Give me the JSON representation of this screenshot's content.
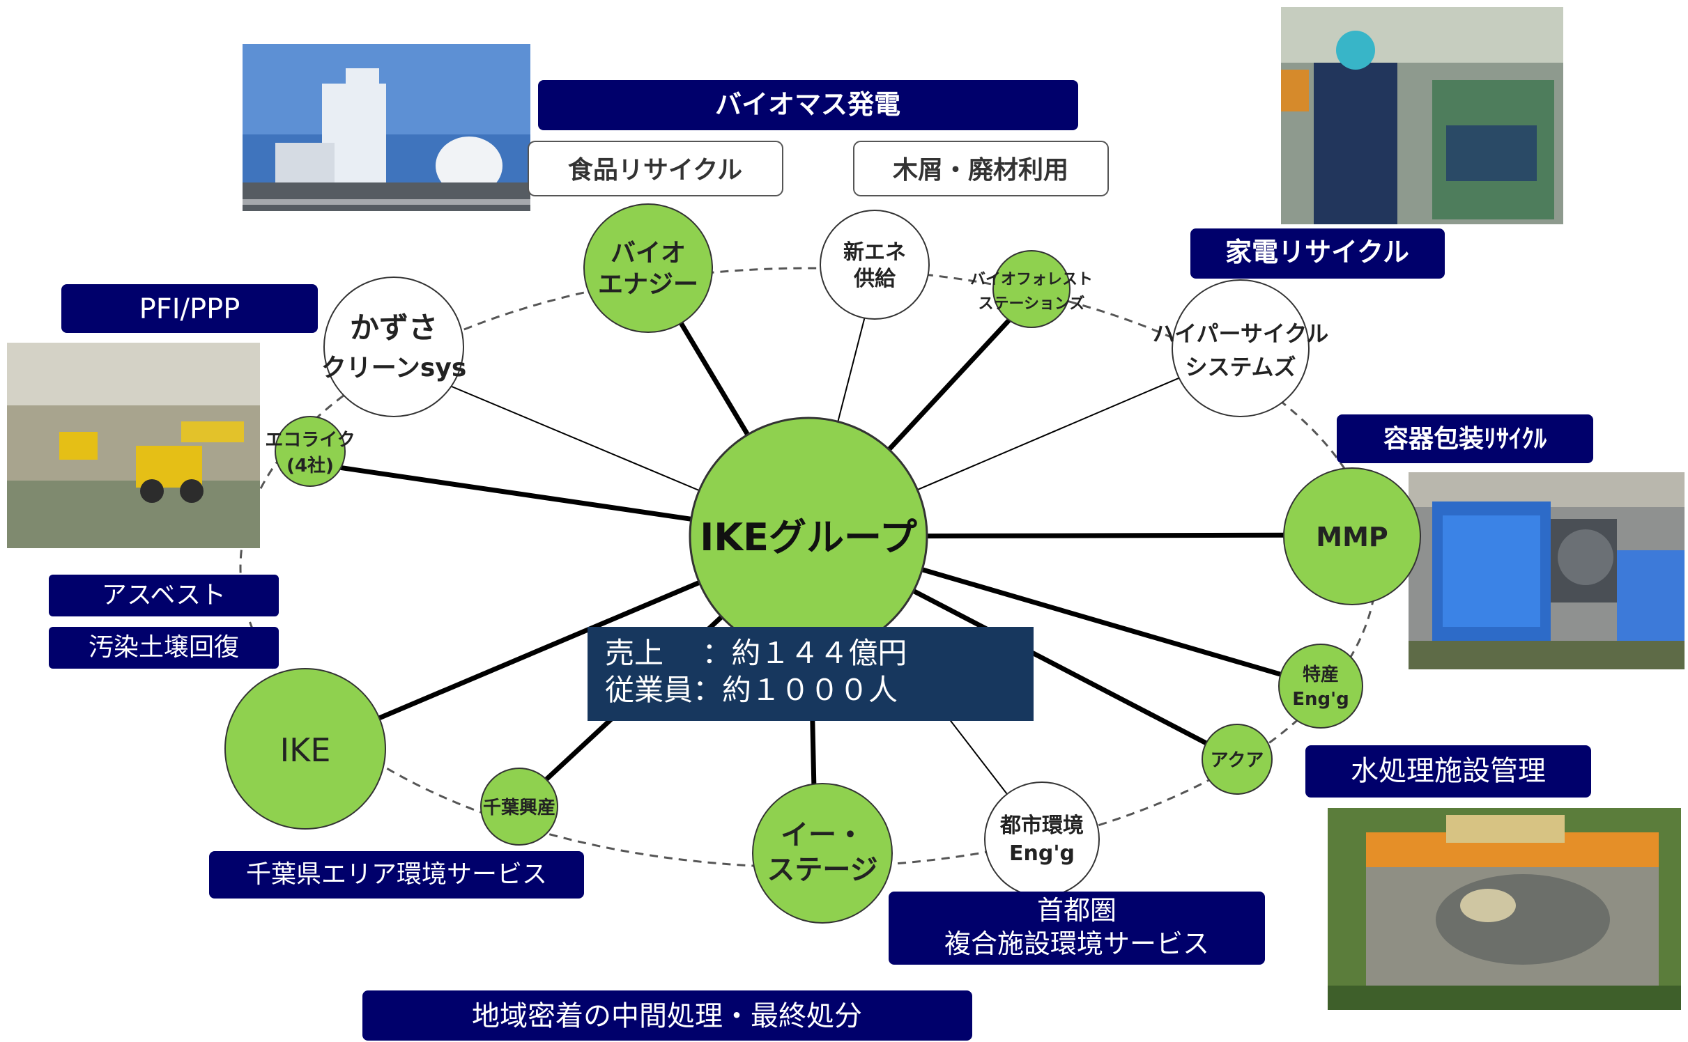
{
  "center": {
    "label": "IKEグループ"
  },
  "stats": {
    "line1": "売上 　：約１４４億円",
    "line2": "従業員：約１０００人",
    "bg_color": "#17375e"
  },
  "colors": {
    "green_node": "#8fd14f",
    "white_node": "#ffffff",
    "label_box": "#00006b",
    "label_text": "#ffffff",
    "outline_text": "#333333"
  },
  "nodes": {
    "bio_energy": {
      "line1": "バイオ",
      "line2": "エナジー"
    },
    "shin_ene": {
      "line1": "新エネ",
      "line2": "供給"
    },
    "bio_forest": {
      "line1": "バイオフォレスト",
      "line2": "ステーションズ"
    },
    "hyper_cycle": {
      "line1": "ハイパーサイクル",
      "line2": "システムズ"
    },
    "mmp": {
      "label": "MMP"
    },
    "tokusan": {
      "line1": "特産",
      "line2": "Eng'g"
    },
    "aqua": {
      "label": "アクア"
    },
    "toshi": {
      "line1": "都市環境",
      "line2": "Eng'g"
    },
    "e_stage": {
      "line1": "イー・",
      "line2": "ステージ"
    },
    "chiba_kosan": {
      "label": "千葉興産"
    },
    "ike": {
      "label": "IKE"
    },
    "ecoraiku": {
      "line1": "エコライク",
      "line2": "(4社)"
    },
    "kazusa": {
      "line1": "かずさ",
      "line2": "クリーンsys"
    }
  },
  "labels": {
    "biomass": "バイオマス発電",
    "food_recycle": "食品リサイクル",
    "wood_waste": "木屑・廃材利用",
    "kaden": "家電リサイクル",
    "pfi": "PFI/PPP",
    "container": "容器包装ﾘｻｲｸﾙ",
    "asbestos": "アスベスト",
    "soil": "汚染土壌回復",
    "water": "水処理施設管理",
    "chiba_area": "千葉県エリア環境サービス",
    "shutoken_line1": "首都圏",
    "shutoken_line2": "複合施設環境サービス",
    "local": "地域密着の中間処理・最終処分"
  },
  "photos": {
    "biomass_plant": "biomass-plant-photo",
    "appliance_worker": "appliance-recycling-photo",
    "facility_loader": "waste-facility-photo",
    "container_machine": "baling-machine-photo",
    "landfill_aerial": "landfill-aerial-photo"
  }
}
